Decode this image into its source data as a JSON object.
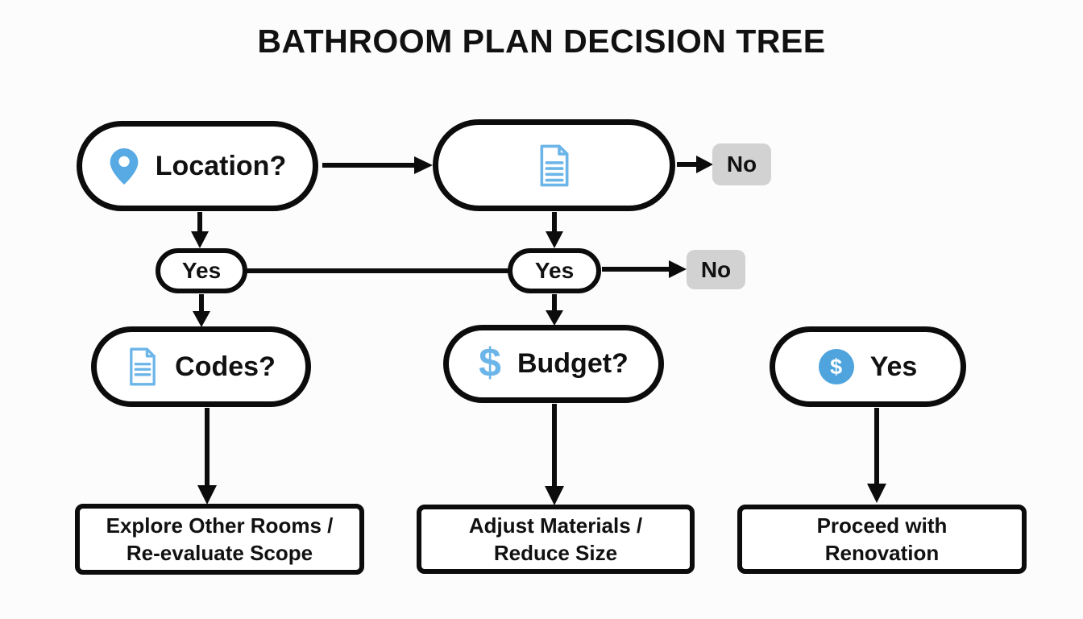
{
  "title": "BATHROOM PLAN DECISION TREE",
  "colors": {
    "accent_blue": "#58aae4",
    "icon_blue_light": "#6cb5e9",
    "dollar_circle_blue": "#4fa4de",
    "badge_gray": "#d2d2d2",
    "stroke_black": "#0c0c0c",
    "background": "#fcfcfc"
  },
  "glyphs": {
    "dollar": "$"
  },
  "nodes": {
    "location": {
      "label": "Location?",
      "icon": "location-pin-icon"
    },
    "document": {
      "icon": "document-icon"
    },
    "no_top": {
      "label": "No"
    },
    "yes_left": {
      "label": "Yes"
    },
    "yes_mid": {
      "label": "Yes"
    },
    "no_mid": {
      "label": "No"
    },
    "codes": {
      "label": "Codes?",
      "icon": "document-icon"
    },
    "budget": {
      "label": "Budget?",
      "icon": "dollar-icon"
    },
    "yes_right": {
      "label": "Yes",
      "icon": "dollar-circle-icon"
    },
    "outcome_left": {
      "line1": "Explore Other Rooms /",
      "line2": "Re-evaluate Scope"
    },
    "outcome_mid": {
      "line1": "Adjust Materials /",
      "line2": "Reduce Size"
    },
    "outcome_right": {
      "line1": "Proceed with",
      "line2": "Renovation"
    }
  }
}
